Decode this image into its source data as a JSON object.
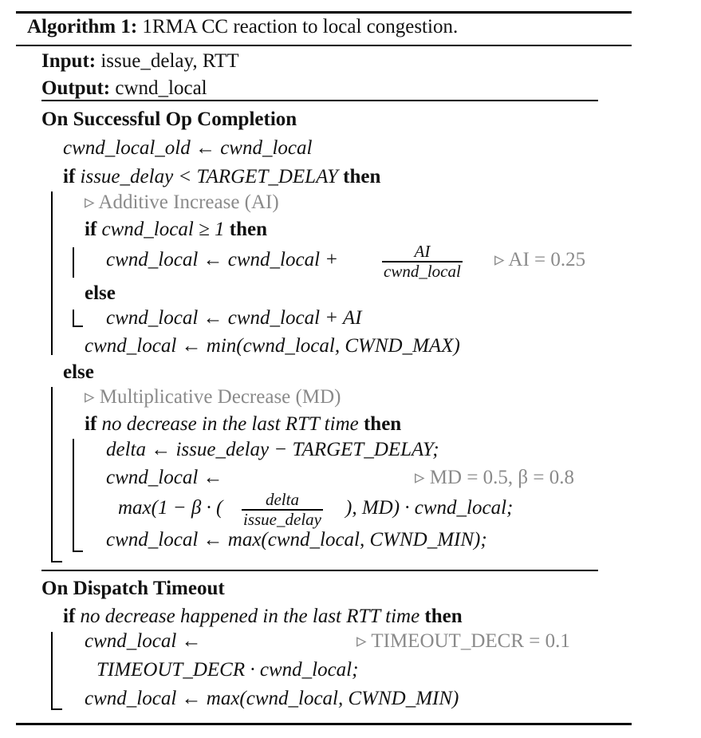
{
  "header": {
    "label": "Algorithm 1:",
    "title": "1RMA CC reaction to local congestion."
  },
  "io": {
    "input_label": "Input:",
    "input_value": "issue_delay, RTT",
    "output_label": "Output:",
    "output_value": "cwnd_local"
  },
  "section1": {
    "title": "On Successful Op Completion",
    "lines": {
      "l1": "cwnd_local_old ← cwnd_local",
      "l2_kw_if": "if",
      "l2_cond": "issue_delay < TARGET_DELAY",
      "l2_kw_then": "then",
      "l3_comment": "▹ Additive Increase (AI)",
      "l4_kw_if": "if",
      "l4_cond": "cwnd_local ≥ 1",
      "l4_kw_then": "then",
      "l5_expr": "cwnd_local ← cwnd_local +",
      "l5_frac_num": "AI",
      "l5_frac_den": "cwnd_local",
      "l5_comment": "▹ AI = 0.25",
      "l6_kw_else": "else",
      "l7_expr": "cwnd_local ← cwnd_local + AI",
      "l8_expr": "cwnd_local ← min(cwnd_local, CWND_MAX)",
      "l9_kw_else": "else",
      "l10_comment": "▹ Multiplicative Decrease (MD)",
      "l11_kw_if": "if",
      "l11_cond": "no decrease in the last RTT time",
      "l11_kw_then": "then",
      "l12_expr": "delta ← issue_delay − TARGET_DELAY;",
      "l13_expr": "cwnd_local ←",
      "l13_comment": "▹ MD = 0.5, β = 0.8",
      "l14_pre": "max(1 − β · (",
      "l14_frac_num": "delta",
      "l14_frac_den": "issue_delay",
      "l14_post": "), MD) · cwnd_local;",
      "l15_expr": "cwnd_local ← max(cwnd_local, CWND_MIN);"
    }
  },
  "section2": {
    "title": "On Dispatch Timeout",
    "lines": {
      "l1_kw_if": "if",
      "l1_cond": "no decrease happened in the last RTT time",
      "l1_kw_then": "then",
      "l2_expr": "cwnd_local ←",
      "l2_comment": "▹ TIMEOUT_DECR = 0.1",
      "l3_expr": "TIMEOUT_DECR · cwnd_local;",
      "l4_expr": "cwnd_local ← max(cwnd_local, CWND_MIN)"
    }
  }
}
